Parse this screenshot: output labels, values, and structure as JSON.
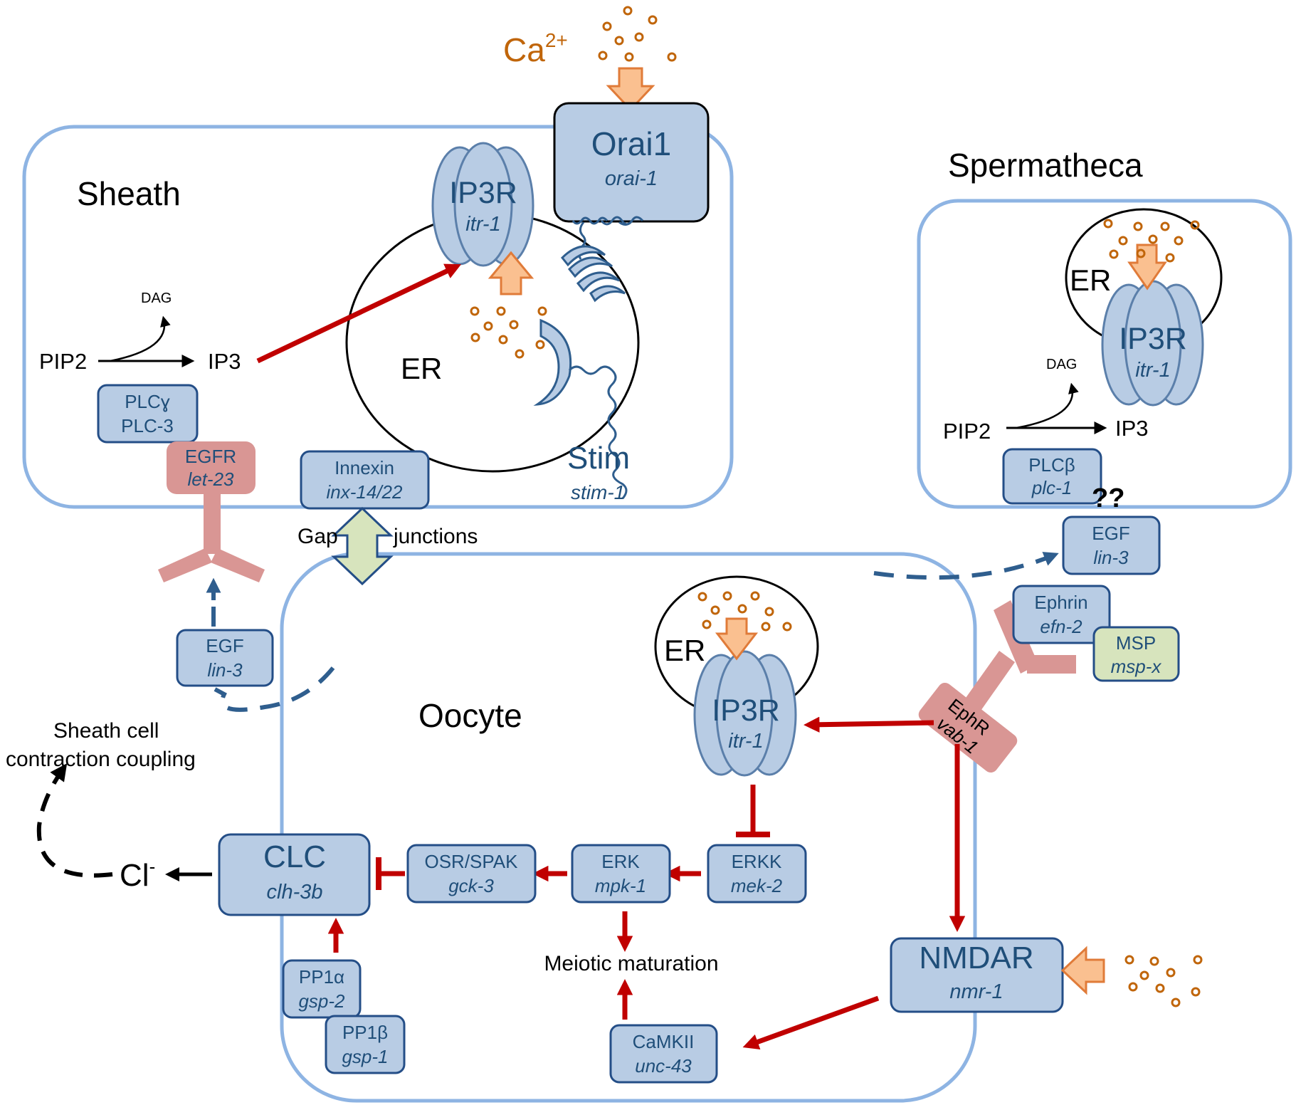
{
  "colors": {
    "cell_border": "#8eb4e3",
    "protein_fill": "#b8cce4",
    "protein_border": "#244e87",
    "receptor_fill": "#d99694",
    "msp_fill": "#d7e4bd",
    "calcium_orange": "#c0650a",
    "orange_arrow": "#fac090",
    "red_arrow": "#c00000",
    "blue_dashed": "#2f5e8e",
    "text_blue": "#1f4e79"
  },
  "regions": {
    "sheath": "Sheath",
    "spermatheca": "Spermatheca",
    "oocyte": "Oocyte"
  },
  "calcium": {
    "label": "Ca",
    "superscript": "2+"
  },
  "organelles": {
    "er": "ER"
  },
  "metabolites": {
    "pip2": "PIP2",
    "ip3": "IP3",
    "dag": "DAG",
    "cl": "Cl",
    "cl_sup": "-"
  },
  "proteins": {
    "orai": {
      "name": "Orai1",
      "gene": "orai-1"
    },
    "ip3r": {
      "name": "IP3R",
      "gene": "itr-1"
    },
    "stim": {
      "name": "Stim",
      "gene": "stim-1"
    },
    "plc_gamma": {
      "name": "PLCɣ",
      "gene": "PLC-3"
    },
    "egfr": {
      "name": "EGFR",
      "gene": "let-23"
    },
    "innexin": {
      "name": "Innexin",
      "gene": "inx-14/22"
    },
    "plc_beta": {
      "name": "PLCβ",
      "gene": "plc-1"
    },
    "egf": {
      "name": "EGF",
      "gene": "lin-3"
    },
    "ephrin": {
      "name": "Ephrin",
      "gene": "efn-2"
    },
    "msp": {
      "name": "MSP",
      "gene": "msp-x"
    },
    "ephr": {
      "name": "EphR",
      "gene": "vab-1"
    },
    "clc": {
      "name": "CLC",
      "gene": "clh-3b"
    },
    "osr_spak": {
      "name": "OSR/SPAK",
      "gene": "gck-3"
    },
    "erk": {
      "name": "ERK",
      "gene": "mpk-1"
    },
    "erkk": {
      "name": "ERKK",
      "gene": "mek-2"
    },
    "pp1a": {
      "name": "PP1α",
      "gene": "gsp-2"
    },
    "pp1b": {
      "name": "PP1β",
      "gene": "gsp-1"
    },
    "camkii": {
      "name": "CaMKII",
      "gene": "unc-43"
    },
    "nmdar": {
      "name": "NMDAR",
      "gene": "nmr-1"
    }
  },
  "labels": {
    "gap": "Gap",
    "junctions": "junctions",
    "question": "??",
    "meiotic": "Meiotic maturation",
    "sheath_contraction_line1": "Sheath cell",
    "sheath_contraction_line2": "contraction coupling"
  }
}
